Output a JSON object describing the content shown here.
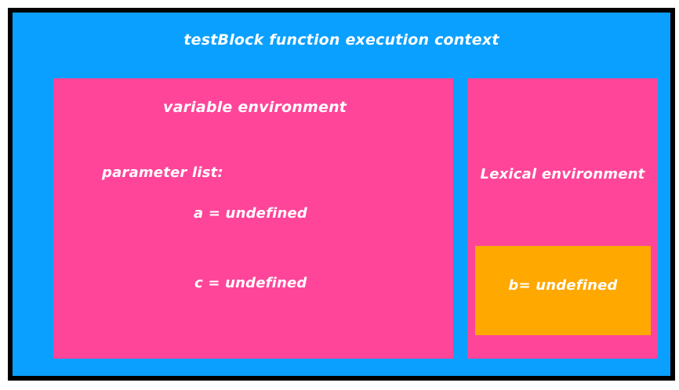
{
  "execution_context": {
    "title": "testBlock function execution context"
  },
  "variable_environment": {
    "title": "variable environment",
    "parameter_list_label": "parameter list:",
    "entries": [
      "a = undefined",
      "c = undefined"
    ]
  },
  "lexical_environment": {
    "title": "Lexical environment",
    "entries": [
      "b= undefined"
    ]
  },
  "colors": {
    "border": "#000000",
    "execution_context_bg": "#0aa0ff",
    "environment_bg": "#ff4599",
    "binding_bg": "#ffa800",
    "text": "#ffffff"
  }
}
